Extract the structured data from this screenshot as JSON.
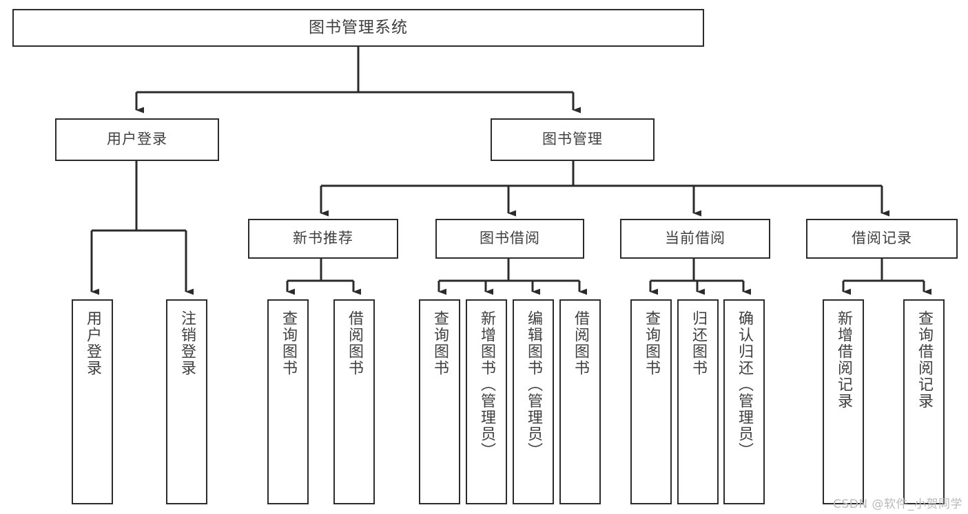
{
  "diagram": {
    "title": "图书管理系统",
    "type": "tree",
    "colors": {
      "box_border": "#2b2b2b",
      "box_fill": "#ffffff",
      "text": "#3f3f3f",
      "edge": "#2b2b2b",
      "watermark": "#b9b9b9",
      "background": "#ffffff"
    },
    "root": {
      "label": "图书管理系统"
    },
    "level2": [
      {
        "label": "用户登录"
      },
      {
        "label": "图书管理"
      }
    ],
    "level3": [
      {
        "label": "新书推荐"
      },
      {
        "label": "图书借阅"
      },
      {
        "label": "当前借阅"
      },
      {
        "label": "借阅记录"
      }
    ],
    "leaves": {
      "user_login": [
        {
          "label": "用户登录"
        },
        {
          "label": "注销登录"
        }
      ],
      "new_book_recommend": [
        {
          "label": "查询图书"
        },
        {
          "label": "借阅图书"
        }
      ],
      "book_borrow": [
        {
          "label": "查询图书"
        },
        {
          "label": "新增图书（管理员）"
        },
        {
          "label": "编辑图书（管理员）"
        },
        {
          "label": "借阅图书"
        }
      ],
      "current_borrow": [
        {
          "label": "查询图书"
        },
        {
          "label": "归还图书"
        },
        {
          "label": "确认归还（管理员）"
        }
      ],
      "borrow_record": [
        {
          "label": "新增借阅记录"
        },
        {
          "label": "查询借阅记录"
        }
      ]
    },
    "watermark": "CSDN @软件_小贺同学"
  }
}
